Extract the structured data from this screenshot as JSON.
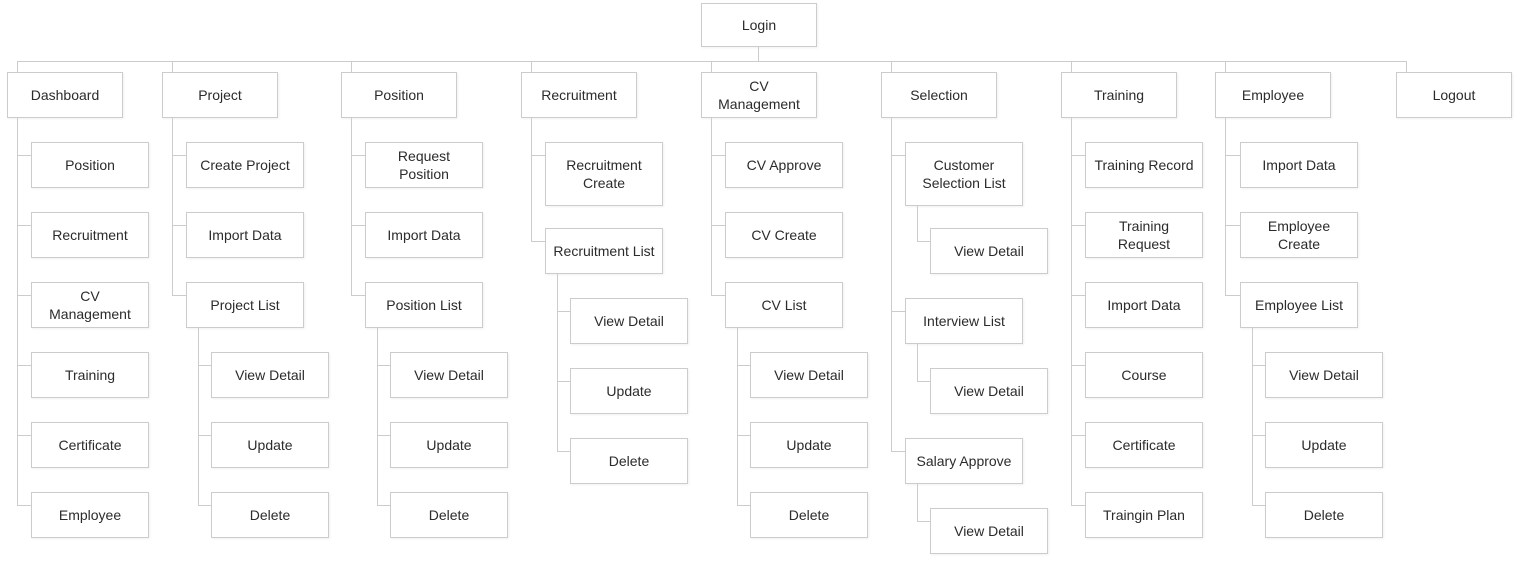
{
  "diagram_title": "HR system sitemap tree",
  "colors": {
    "background": "#ffffff",
    "box_border": "#cccccc",
    "connector_line": "#cccccc",
    "text": "#2b2b2b"
  },
  "tree": {
    "root": {
      "label": "Login"
    },
    "branches": [
      {
        "label": "Dashboard",
        "children": [
          {
            "label": "Position"
          },
          {
            "label": "Recruitment"
          },
          {
            "label": "CV Management"
          },
          {
            "label": "Training"
          },
          {
            "label": "Certificate"
          },
          {
            "label": "Employee"
          }
        ]
      },
      {
        "label": "Project",
        "children": [
          {
            "label": "Create Project"
          },
          {
            "label": "Import Data"
          },
          {
            "label": "Project List",
            "children": [
              {
                "label": "View Detail"
              },
              {
                "label": "Update"
              },
              {
                "label": "Delete"
              }
            ]
          }
        ]
      },
      {
        "label": "Position",
        "children": [
          {
            "label": "Request Position"
          },
          {
            "label": "Import Data"
          },
          {
            "label": "Position List",
            "children": [
              {
                "label": "View Detail"
              },
              {
                "label": "Update"
              },
              {
                "label": "Delete"
              }
            ]
          }
        ]
      },
      {
        "label": "Recruitment",
        "children": [
          {
            "label": "Recruitment Create"
          },
          {
            "label": "Recruitment List",
            "children": [
              {
                "label": "View Detail"
              },
              {
                "label": "Update"
              },
              {
                "label": "Delete"
              }
            ]
          }
        ]
      },
      {
        "label": "CV Management",
        "children": [
          {
            "label": "CV Approve"
          },
          {
            "label": "CV Create"
          },
          {
            "label": "CV List",
            "children": [
              {
                "label": "View Detail"
              },
              {
                "label": "Update"
              },
              {
                "label": "Delete"
              }
            ]
          }
        ]
      },
      {
        "label": "Selection",
        "children": [
          {
            "label": "Customer Selection List",
            "children": [
              {
                "label": "View Detail"
              }
            ]
          },
          {
            "label": "Interview List",
            "children": [
              {
                "label": "View Detail"
              }
            ]
          },
          {
            "label": "Salary Approve",
            "children": [
              {
                "label": "View Detail"
              }
            ]
          }
        ]
      },
      {
        "label": "Training",
        "children": [
          {
            "label": "Training Record"
          },
          {
            "label": "Training Request"
          },
          {
            "label": "Import Data"
          },
          {
            "label": "Course"
          },
          {
            "label": "Certificate"
          },
          {
            "label": "Traingin Plan"
          }
        ]
      },
      {
        "label": "Employee",
        "children": [
          {
            "label": "Import Data"
          },
          {
            "label": "Employee Create"
          },
          {
            "label": "Employee List",
            "children": [
              {
                "label": "View Detail"
              },
              {
                "label": "Update"
              },
              {
                "label": "Delete"
              }
            ]
          }
        ]
      },
      {
        "label": "Logout"
      }
    ]
  }
}
